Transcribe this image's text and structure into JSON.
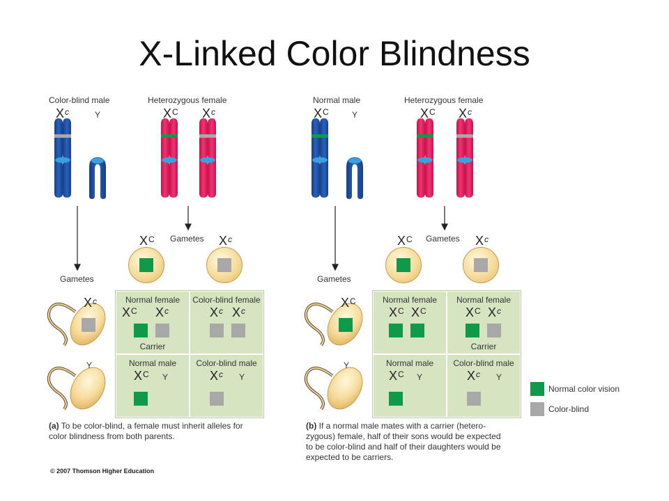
{
  "title": "X-Linked Color Blindness",
  "panel_a": {
    "parent1_label": "Color-blind male",
    "parent2_label": "Heterozygous female",
    "alleles": {
      "p1_x": "c",
      "p1_y": "Y",
      "p2_x1": "C",
      "p2_x2": "c"
    },
    "gametes_label_top": "Gametes",
    "gametes_label_side": "Gametes",
    "egg1_allele": "C",
    "egg2_allele": "c",
    "sperm1_allele": "c",
    "sperm2_allele": "Y",
    "cells": [
      {
        "title": "Normal female",
        "note": "Carrier",
        "a1": "C",
        "a2": "c"
      },
      {
        "title": "Color-blind female",
        "note": "",
        "a1": "c",
        "a2": "c"
      },
      {
        "title": "Normal male",
        "note": "",
        "a1": "C",
        "a2": "Y"
      },
      {
        "title": "Color-blind male",
        "note": "",
        "a1": "c",
        "a2": "Y"
      }
    ],
    "caption_tag": "(a)",
    "caption_line1": "To be color-blind, a female must inherit alleles for",
    "caption_line2": "color blindness from both parents."
  },
  "panel_b": {
    "parent1_label": "Normal male",
    "parent2_label": "Heterozygous female",
    "alleles": {
      "p1_x": "C",
      "p1_y": "Y",
      "p2_x1": "C",
      "p2_x2": "c"
    },
    "gametes_label_top": "Gametes",
    "gametes_label_side": "Gametes",
    "egg1_allele": "C",
    "egg2_allele": "c",
    "sperm1_allele": "C",
    "sperm2_allele": "Y",
    "cells": [
      {
        "title": "Normal female",
        "note": "",
        "a1": "C",
        "a2": "C"
      },
      {
        "title": "Normal female",
        "note": "Carrier",
        "a1": "C",
        "a2": "c"
      },
      {
        "title": "Normal male",
        "note": "",
        "a1": "C",
        "a2": "Y"
      },
      {
        "title": "Color-blind male",
        "note": "",
        "a1": "c",
        "a2": "Y"
      }
    ],
    "caption_tag": "(b)",
    "caption_line1": "If a normal male mates with a carrier (hetero-",
    "caption_line2": "zygous) female, half of their sons would be expected",
    "caption_line3": "to be color-blind and half of their daughters would be",
    "caption_line4": "expected to be carriers."
  },
  "x_letter": "X",
  "legend": {
    "normal": "Normal color vision",
    "colorblind": "Color-blind",
    "normal_color": "#0f9a4a",
    "colorblind_color": "#a8a8a8"
  },
  "colors": {
    "chromosome_male": "#1c4fa0",
    "chromosome_female": "#e4195e",
    "centromere": "#3aa0e0",
    "punnett_bg": "#d7e4c2"
  },
  "copyright": "© 2007 Thomson Higher Education"
}
